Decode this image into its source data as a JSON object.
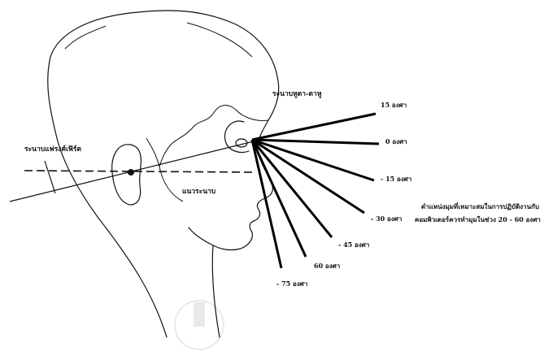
{
  "labels": {
    "eye_ear_plane": "ระนาบหูตา-ตาหู",
    "frankfort_plane": "ระนาบแฟรงค์เฟิร์ต",
    "horizontal_plane": "แนวระนาบ",
    "recommended_1": "ตำแหน่งมุมที่เหมาะสมในการปฏิบัติงานกับ",
    "recommended_2": "คอมพิวเตอร์ควรทำมุมในช่วง 20 - 60 องศา"
  },
  "rays": [
    {
      "angle": 15,
      "label": "15 องศา"
    },
    {
      "angle": 0,
      "label": "0 องศา"
    },
    {
      "angle": -15,
      "label": "- 15 องศา"
    },
    {
      "angle": -30,
      "label": "- 30 องศา"
    },
    {
      "angle": -45,
      "label": "- 45 องศา"
    },
    {
      "angle": -60,
      "label": "60 องศา"
    },
    {
      "angle": -75,
      "label": "- 75 องศา"
    }
  ],
  "colors": {
    "ink": "#111111"
  }
}
